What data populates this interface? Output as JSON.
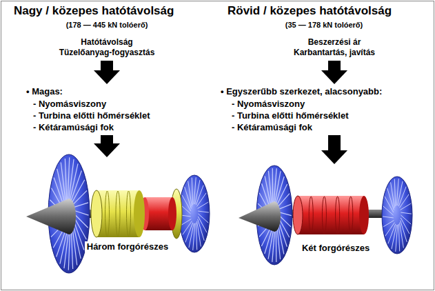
{
  "diagram": {
    "labels": [
      "Nagy / közepes hatótávolság",
      "(178 — 445 kN tolóerő)",
      "Hatótávolság",
      "Tüzelőanyag-fogyasztás",
      "• Magas:",
      "- Nyomásviszony",
      "- Turbina előtti hőmérséklet",
      "- Kétáramúsági fok",
      "Három forgórészes",
      "Rövid / közepes hatótávolság",
      "(35 — 178 kN tolóerő)",
      "Beszerzési ár",
      "Karbantartás, javítás",
      "• Egyszerűbb szerkezet, alacsonyabb:",
      "- Nyomásviszony",
      "- Turbina előtti hőmérséklet",
      "- Kétáramúsági fok",
      "Két forgórészes"
    ]
  }
}
